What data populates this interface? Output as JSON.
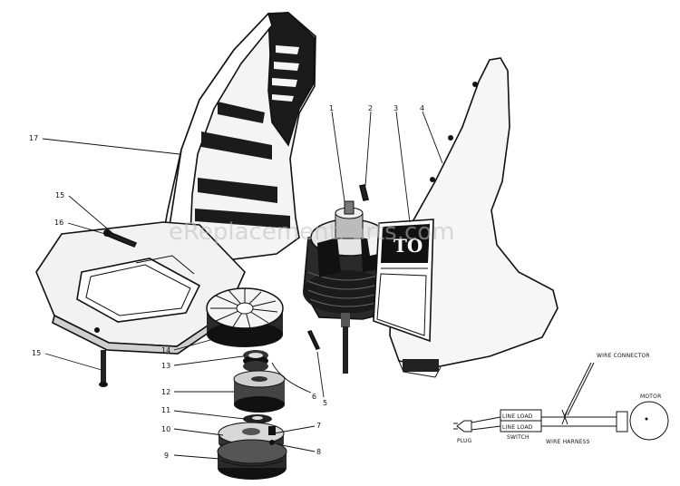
{
  "diagram": {
    "callouts": [
      "1",
      "2",
      "3",
      "4",
      "5",
      "6",
      "7",
      "8",
      "9",
      "10",
      "11",
      "12",
      "13",
      "14",
      "15",
      "15",
      "16",
      "17"
    ],
    "decal_text": "TO",
    "wiring": {
      "wire_connector": "WIRE CONNECTOR",
      "motor": "MOTOR",
      "line_load_1": "LINE LOAD",
      "line_load_2": "LINE LOAD",
      "switch": "SWITCH",
      "plug": "PLUG",
      "wire_harness": "WIRE HARNESS"
    },
    "watermark": "eReplacementParts.com"
  }
}
